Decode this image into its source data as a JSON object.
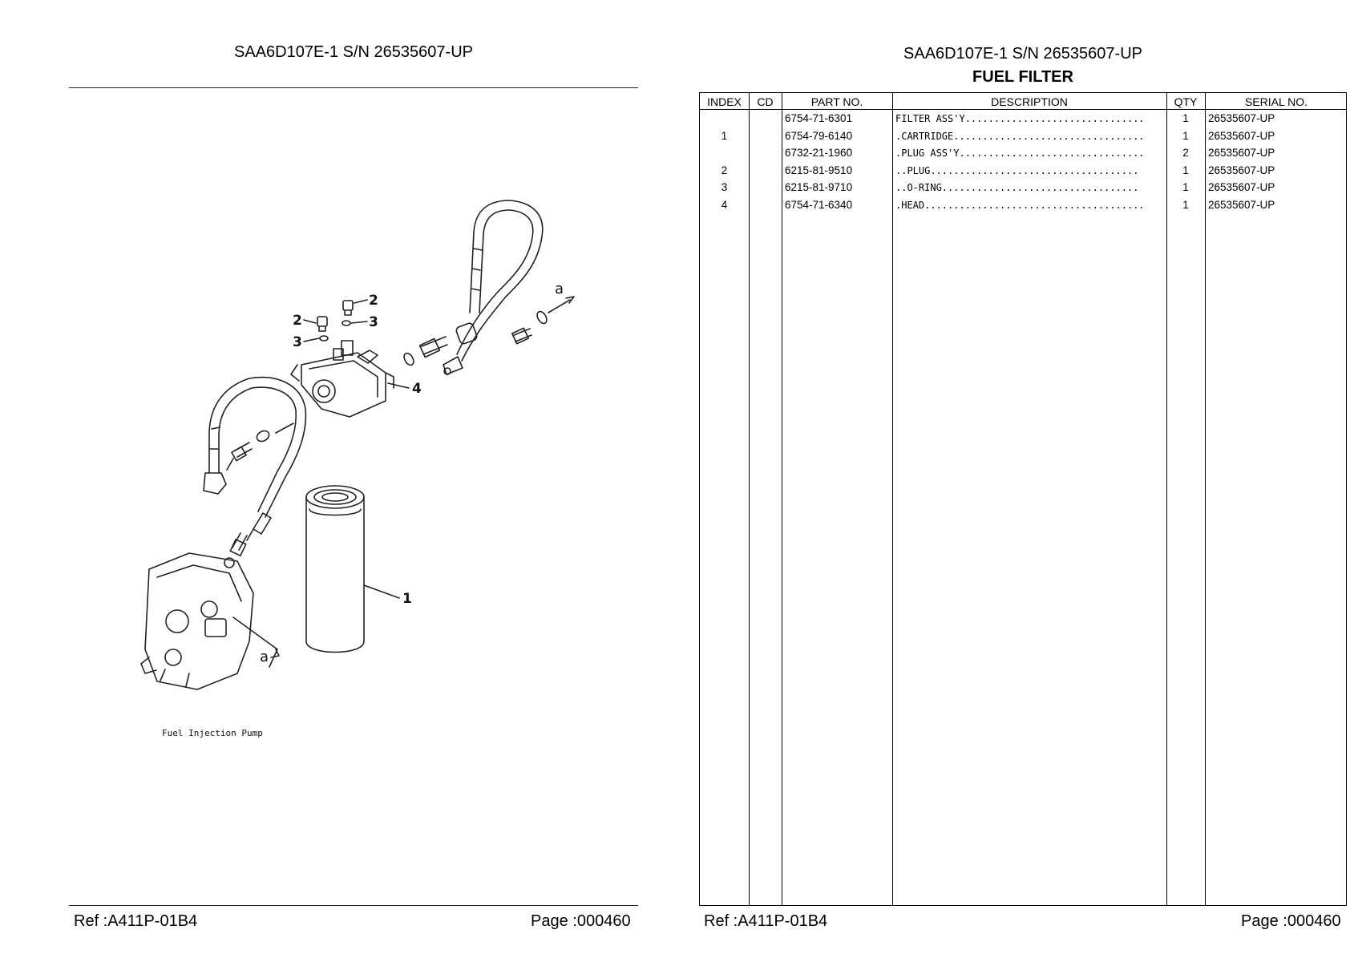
{
  "left_page": {
    "title": "SAA6D107E-1 S/N 26535607-UP",
    "ref": "Ref :A411P-01B4",
    "page": "Page :000460",
    "callouts": {
      "c2a": "2",
      "c2b": "2",
      "c3a": "3",
      "c3b": "3",
      "c4": "4",
      "c1": "1",
      "a_top": "a",
      "a_bottom": "a"
    },
    "pump_label": "Fuel Injection Pump"
  },
  "right_page": {
    "title": "SAA6D107E-1 S/N 26535607-UP",
    "subtitle": "FUEL FILTER",
    "ref": "Ref :A411P-01B4",
    "page": "Page :000460",
    "table": {
      "headers": {
        "index": "INDEX",
        "cd": "CD",
        "part_no": "PART NO.",
        "description": "DESCRIPTION",
        "qty": "QTY",
        "serial_no": "SERIAL NO."
      },
      "rows": [
        {
          "index": "",
          "cd": "",
          "part_no": "6754-71-6301",
          "description": "FILTER ASS'Y...............................",
          "qty": "1",
          "serial_no": "26535607-UP"
        },
        {
          "index": "1",
          "cd": "",
          "part_no": "6754-79-6140",
          "description": ".CARTRIDGE.................................",
          "qty": "1",
          "serial_no": "26535607-UP"
        },
        {
          "index": "",
          "cd": "",
          "part_no": "6732-21-1960",
          "description": ".PLUG ASS'Y................................",
          "qty": "2",
          "serial_no": "26535607-UP"
        },
        {
          "index": "2",
          "cd": "",
          "part_no": "6215-81-9510",
          "description": "..PLUG....................................",
          "qty": "1",
          "serial_no": "26535607-UP"
        },
        {
          "index": "3",
          "cd": "",
          "part_no": "6215-81-9710",
          "description": "..O-RING..................................",
          "qty": "1",
          "serial_no": "26535607-UP"
        },
        {
          "index": "4",
          "cd": "",
          "part_no": "6754-71-6340",
          "description": ".HEAD......................................",
          "qty": "1",
          "serial_no": "26535607-UP"
        }
      ]
    }
  }
}
